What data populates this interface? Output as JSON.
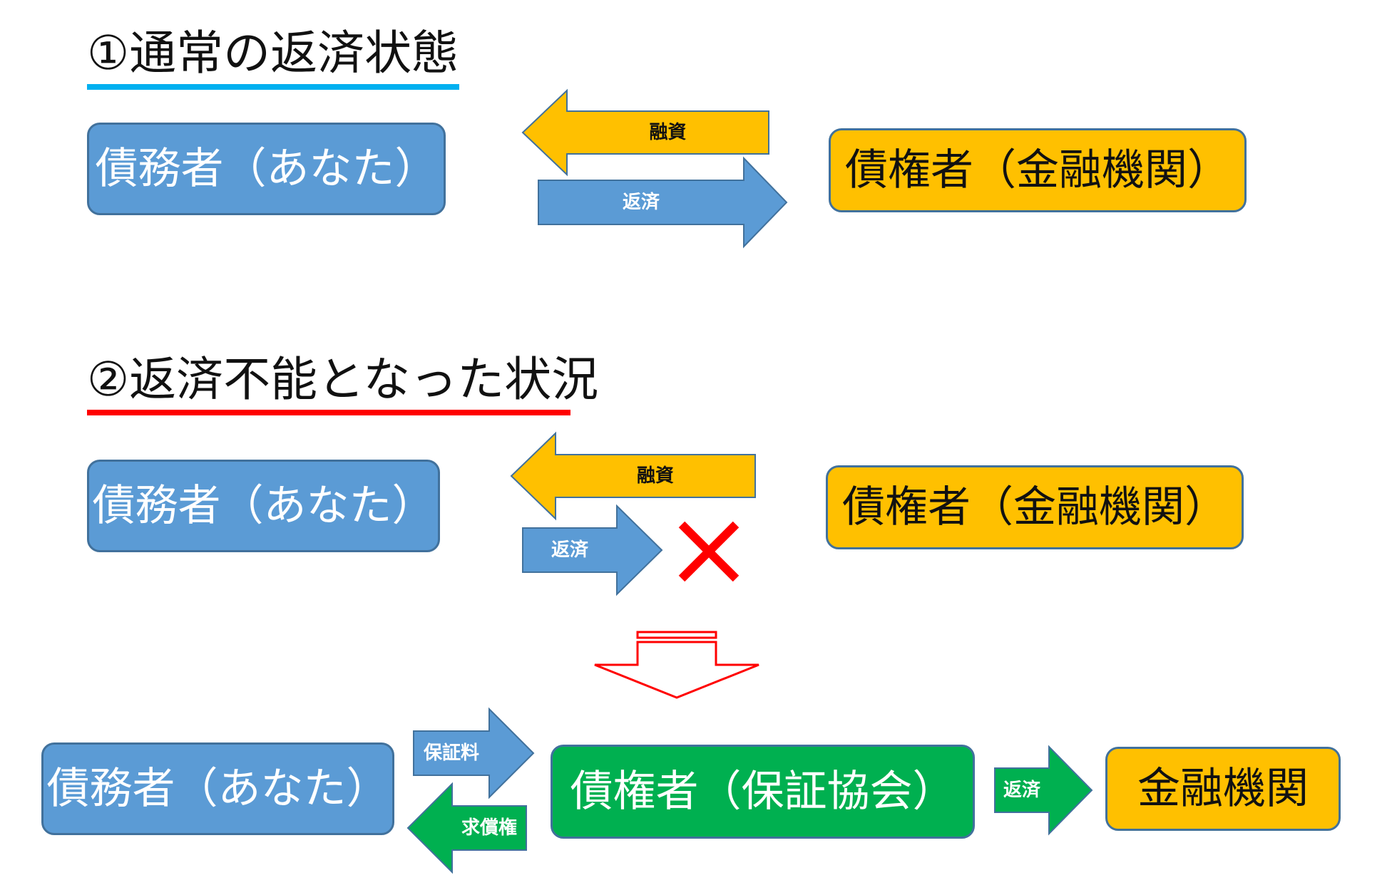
{
  "section1": {
    "heading": "①通常の返済状態",
    "underline_color": "#00b0f0",
    "debtor": "債務者（あなた）",
    "creditor": "債権者（金融機関）",
    "loan_arrow_label": "融資",
    "repay_arrow_label": "返済"
  },
  "section2": {
    "heading": "②返済不能となった状況",
    "underline_color": "#ff0000",
    "debtor": "債務者（あなた）",
    "creditor": "債権者（金融機関）",
    "loan_arrow_label": "融資",
    "repay_arrow_label": "返済",
    "blocked_mark": "×"
  },
  "section3": {
    "debtor": "債務者（あなた）",
    "guarantor": "債権者（保証協会）",
    "bank": "金融機関",
    "fee_arrow_label": "保証料",
    "recourse_arrow_label": "求償権",
    "repay_arrow_label": "返済"
  },
  "colors": {
    "debtor_blue": "#5b9bd5",
    "creditor_orange": "#ffc000",
    "guarantor_green": "#00b050",
    "box_border": "#41719c",
    "blocked_red": "#ff0000"
  }
}
